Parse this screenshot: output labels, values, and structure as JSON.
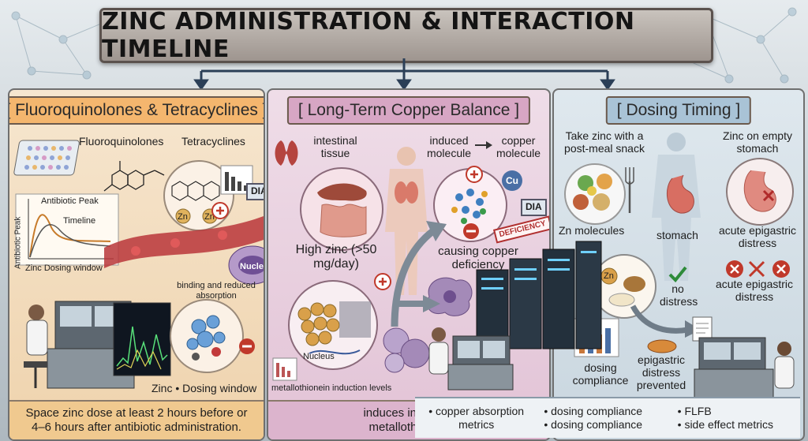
{
  "title": "ZINC ADMINISTRATION & INTERACTION TIMELINE",
  "panels": {
    "fluoro": {
      "title": "[ Fluoroquinolones & Tetracyclines ]",
      "labels": {
        "fluoroquinolones": "Fluoroquinolones",
        "tetracyclines": "Tetracyclines",
        "antibiotic_peak": "Antibiotic Peak",
        "timeline": "Timeline",
        "y_axis": "Antibiotic Peak",
        "zinc_dosing_window": "Zinc Dosing window",
        "nucleus": "Nucleus",
        "binding": "binding and reduced absorption",
        "zn": "Zn",
        "dia": "DIA",
        "zinc_dosing": "Zinc • Dosing window"
      },
      "bottom": "Space zinc dose at least 2 hours before or 4–6 hours after antibiotic administration."
    },
    "copper": {
      "title": "[ Long-Term Copper Balance ]",
      "labels": {
        "intestinal_tissue": "intestinal tissue",
        "induced_molecule": "induced molecule",
        "copper_molecule": "copper molecule",
        "cu": "Cu",
        "dia": "DIA",
        "deficiency": "DEFICIENCY",
        "high_zinc": "High zinc (>50 mg/day)",
        "causing": "causing copper deficiency",
        "nucleus": "Nucleus",
        "mt_levels": "metallothionein induction levels"
      },
      "bottom": "induces intestinal metallothionein"
    },
    "timing": {
      "title": "[ Dosing Timing ]",
      "labels": {
        "with_snack": "Take zinc with a post-meal snack",
        "empty_stomach": "Zinc on empty stomach",
        "zn_molecules": "Zn molecules",
        "stomach": "stomach",
        "acute1": "acute epigastric distress",
        "acute2": "acute epigastric distress",
        "no_distress": "no distress",
        "dosing_compliance": "dosing compliance",
        "distress_prevented": "epigastric distress prevented",
        "zn": "Zn"
      }
    }
  },
  "metrics": [
    "• copper absorption metrics",
    "• dosing compliance",
    "• dosing compliance",
    "• FLFB",
    "• side effect metrics"
  ],
  "colors": {
    "fluoro_accent": "#f4b66e",
    "copper_accent": "#d7a6c4",
    "timing_accent": "#a9c3d6",
    "minus_red": "#c0392b",
    "check_green": "#2e8b3a"
  }
}
